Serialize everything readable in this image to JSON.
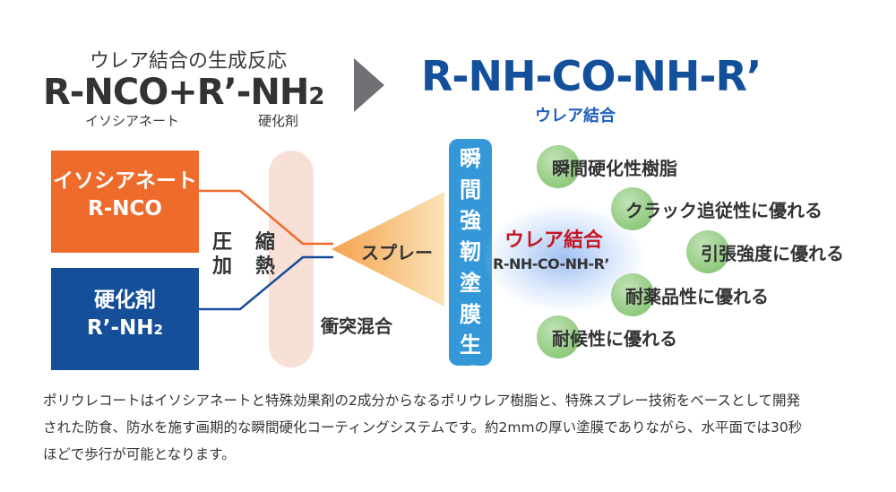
{
  "header": {
    "reaction_title": "ウレア結合の生成反応",
    "formula_main": "R-NCO+R’-NH",
    "formula_subscript": "2",
    "label_isocyanate": "イソシアネート",
    "label_hardener": "硬化剤",
    "product_formula": "R-NH-CO-NH-R’",
    "product_caption": "ウレア結合"
  },
  "inputs": {
    "isocyanate": {
      "line1": "イソシアネート",
      "line2": "R-NCO"
    },
    "hardener": {
      "line1": "硬化剤",
      "line2_main": "R’-NH",
      "line2_sub": "2"
    }
  },
  "process": {
    "pressure_chars": [
      "圧",
      "加"
    ],
    "heat_chars": [
      "縮",
      "熱"
    ],
    "spray": "スプレー",
    "collision_mixing": "衝突混合",
    "film_chars": [
      "瞬",
      "間",
      "強",
      "靭",
      "塗",
      "膜",
      "生",
      "成"
    ]
  },
  "result": {
    "urea_bond": "ウレア結合",
    "urea_formula": "R-NH-CO-NH-R’"
  },
  "properties": [
    "瞬間硬化性樹脂",
    "クラック追従性に優れる",
    "引張強度に優れる",
    "耐薬品性に優れる",
    "耐候性に優れる"
  ],
  "description": [
    "ポリウレコートはイソシアネートと特殊効果剤の2成分からなるポリウレア樹脂と、特殊スプレー技術をベースとして開発",
    "された防食、防水を施す画期的な瞬間硬化コーティングシステムです。約2mmの厚い塗膜でありながら、水平面では30秒",
    "ほどで歩行が可能となります。"
  ],
  "colors": {
    "orange": "#ee6b2c",
    "navy": "#154f9a",
    "product_blue": "#13509c",
    "pill_blue": "#3498d8",
    "urea_red": "#c51722",
    "bubble_green": "#8fca7d"
  }
}
